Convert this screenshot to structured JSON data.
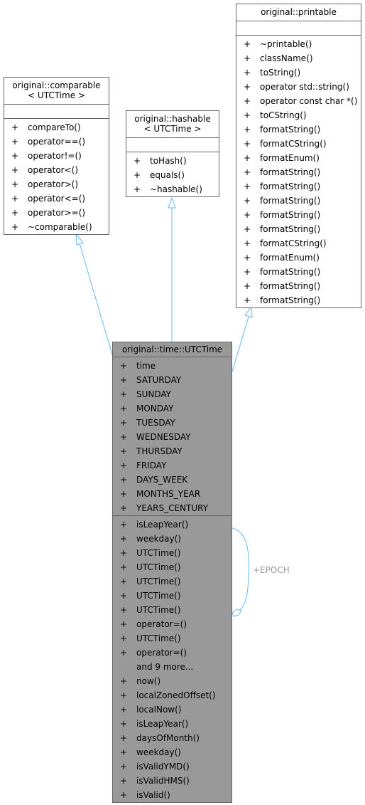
{
  "classes": {
    "printable": {
      "title": [
        "original::printable"
      ],
      "attributes": [],
      "methods": [
        {
          "vis": "+",
          "name": "~printable()"
        },
        {
          "vis": "+",
          "name": "className()"
        },
        {
          "vis": "+",
          "name": "toString()"
        },
        {
          "vis": "+",
          "name": "operator std::string()"
        },
        {
          "vis": "+",
          "name": "operator const char *()"
        },
        {
          "vis": "+",
          "name": "toCString()"
        },
        {
          "vis": "+",
          "name": "formatString()"
        },
        {
          "vis": "+",
          "name": "formatCString()"
        },
        {
          "vis": "+",
          "name": "formatEnum()"
        },
        {
          "vis": "+",
          "name": "formatString()"
        },
        {
          "vis": "+",
          "name": "formatString()"
        },
        {
          "vis": "+",
          "name": "formatString()"
        },
        {
          "vis": "+",
          "name": "formatString()"
        },
        {
          "vis": "+",
          "name": "formatString()"
        },
        {
          "vis": "+",
          "name": "formatCString()"
        },
        {
          "vis": "+",
          "name": "formatEnum()"
        },
        {
          "vis": "+",
          "name": "formatString()"
        },
        {
          "vis": "+",
          "name": "formatString()"
        },
        {
          "vis": "+",
          "name": "formatString()"
        }
      ]
    },
    "comparable": {
      "title": [
        "original::comparable",
        "< UTCTime >"
      ],
      "attributes": [],
      "methods": [
        {
          "vis": "+",
          "name": "compareTo()"
        },
        {
          "vis": "+",
          "name": "operator==()"
        },
        {
          "vis": "+",
          "name": "operator!=()"
        },
        {
          "vis": "+",
          "name": "operator<()"
        },
        {
          "vis": "+",
          "name": "operator>()"
        },
        {
          "vis": "+",
          "name": "operator<=()"
        },
        {
          "vis": "+",
          "name": "operator>=()"
        },
        {
          "vis": "+",
          "name": "~comparable()"
        }
      ]
    },
    "hashable": {
      "title": [
        "original::hashable",
        "< UTCTime >"
      ],
      "attributes": [],
      "methods": [
        {
          "vis": "+",
          "name": "toHash()"
        },
        {
          "vis": "+",
          "name": "equals()"
        },
        {
          "vis": "+",
          "name": "~hashable()"
        }
      ]
    },
    "utctime": {
      "title": [
        "original::time::UTCTime"
      ],
      "attributes": [
        {
          "vis": "+",
          "name": "time"
        },
        {
          "vis": "+",
          "name": "SATURDAY"
        },
        {
          "vis": "+",
          "name": "SUNDAY"
        },
        {
          "vis": "+",
          "name": "MONDAY"
        },
        {
          "vis": "+",
          "name": "TUESDAY"
        },
        {
          "vis": "+",
          "name": "WEDNESDAY"
        },
        {
          "vis": "+",
          "name": "THURSDAY"
        },
        {
          "vis": "+",
          "name": "FRIDAY"
        },
        {
          "vis": "+",
          "name": "DAYS_WEEK"
        },
        {
          "vis": "+",
          "name": "MONTHS_YEAR"
        },
        {
          "vis": "+",
          "name": "YEARS_CENTURY"
        }
      ],
      "methods": [
        {
          "vis": "+",
          "name": "isLeapYear()"
        },
        {
          "vis": "+",
          "name": "weekday()"
        },
        {
          "vis": "+",
          "name": "UTCTime()"
        },
        {
          "vis": "+",
          "name": "UTCTime()"
        },
        {
          "vis": "+",
          "name": "UTCTime()"
        },
        {
          "vis": "+",
          "name": "UTCTime()"
        },
        {
          "vis": "+",
          "name": "UTCTime()"
        },
        {
          "vis": "+",
          "name": "operator=()"
        },
        {
          "vis": "+",
          "name": "UTCTime()"
        },
        {
          "vis": "+",
          "name": "operator=()"
        },
        {
          "vis": "",
          "name": "and 9 more..."
        },
        {
          "vis": "+",
          "name": "now()"
        },
        {
          "vis": "+",
          "name": "localZonedOffset()"
        },
        {
          "vis": "+",
          "name": "localNow()"
        },
        {
          "vis": "+",
          "name": "isLeapYear()"
        },
        {
          "vis": "+",
          "name": "daysOfMonth()"
        },
        {
          "vis": "+",
          "name": "weekday()"
        },
        {
          "vis": "+",
          "name": "isValidYMD()"
        },
        {
          "vis": "+",
          "name": "isValidHMS()"
        },
        {
          "vis": "+",
          "name": "isValid()"
        }
      ]
    }
  },
  "edges": {
    "self_label": "+EPOCH"
  },
  "colors": {
    "edge": "#63b8ff",
    "border": "#666666",
    "main_fill": "#999999",
    "label": "#9a9a9a"
  }
}
